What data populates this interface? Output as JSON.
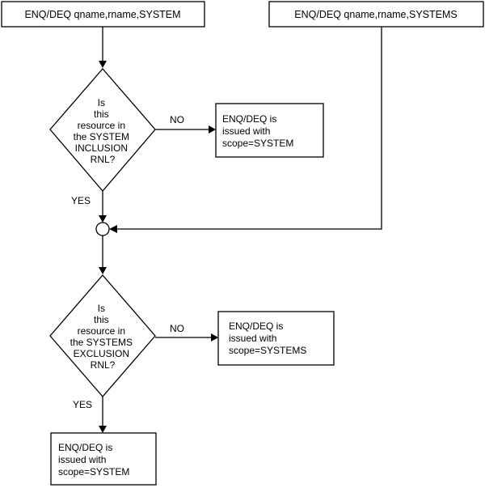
{
  "top_left_box": {
    "text": "ENQ/DEQ qname,rname,SYSTEM"
  },
  "top_right_box": {
    "text": "ENQ/DEQ qname,rname,SYSTEMS"
  },
  "decision_1": {
    "lines": [
      "Is",
      "this",
      "resource in",
      "the SYSTEM",
      "INCLUSION",
      "RNL?"
    ]
  },
  "decision_1_no_label": "NO",
  "decision_1_yes_label": "YES",
  "result_1": {
    "lines": [
      "ENQ/DEQ is",
      "issued with",
      "scope=SYSTEM"
    ]
  },
  "decision_2": {
    "lines": [
      "Is",
      "this",
      "resource in",
      "the SYSTEMS",
      "EXCLUSION",
      "RNL?"
    ]
  },
  "decision_2_no_label": "NO",
  "decision_2_yes_label": "YES",
  "result_2": {
    "lines": [
      "ENQ/DEQ is",
      "issued with",
      "scope=SYSTEMS"
    ]
  },
  "result_3": {
    "lines": [
      "ENQ/DEQ is",
      "issued with",
      "scope=SYSTEM"
    ]
  }
}
